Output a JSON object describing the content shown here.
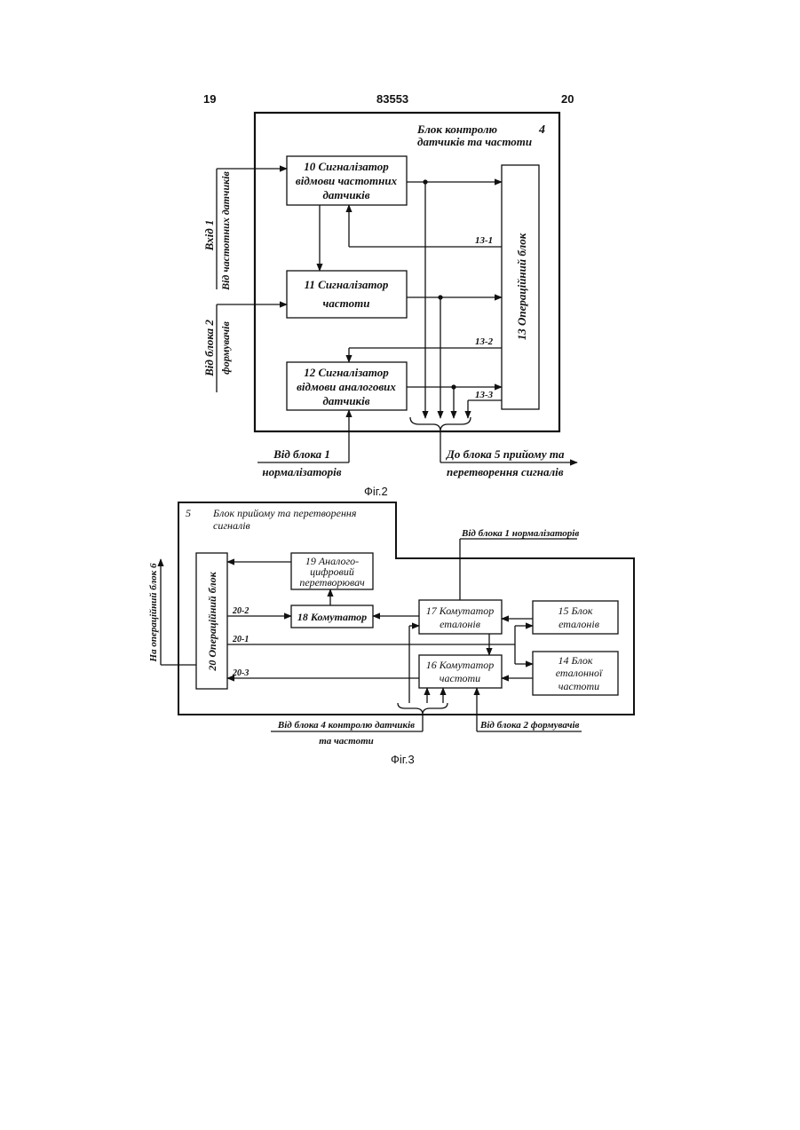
{
  "header": {
    "left_page": "19",
    "patent_number": "83553",
    "right_page": "20"
  },
  "fig2": {
    "caption": "Фіг.2",
    "outer_title_1": "Блок контролю",
    "outer_title_2": "датчиків та частоти",
    "outer_number": "4",
    "block10": [
      "10  Сигналізатор",
      "відмови частотних",
      "датчиків"
    ],
    "block11": [
      "11  Сигналізатор",
      "частоти"
    ],
    "block12": [
      "12  Сигналізатор",
      "відмови аналогових",
      "датчиків"
    ],
    "block13": "13    Операційний блок",
    "line_13_1": "13-1",
    "line_13_2": "13-2",
    "line_13_3": "13-3",
    "input1_line1": "Вхід 1",
    "input1_line2": "Від частотних датчиків",
    "input2_line1": "Від блока 2",
    "input2_line2": "формувачів",
    "bottom_in_1": "Від блока 1",
    "bottom_in_2": "нормалізаторів",
    "bottom_out_1": "До блока 5 прийому та",
    "bottom_out_2": "перетворення сигналів"
  },
  "fig3": {
    "caption": "Фіг.3",
    "outer_number": "5",
    "outer_title_1": "Блок прийому та перетворення",
    "outer_title_2": "сигналів",
    "top_in": "Від блока 1 нормалізаторів",
    "block20": "20    Операційний блок",
    "block19": [
      "19  Аналого-",
      "цифровий",
      "перетворювач"
    ],
    "block18": "18  Комутатор",
    "block17": [
      "17  Комутатор",
      "еталонів"
    ],
    "block15": [
      "15     Блок",
      "еталонів"
    ],
    "block16": [
      "16  Комутатор",
      "частоти"
    ],
    "block14": [
      "14    Блок",
      "еталонної",
      "частоти"
    ],
    "line_20_2": "20-2",
    "line_20_1": "20-1",
    "line_20_3": "20-3",
    "left_out": "На операційний блок 6",
    "bottom_in_left_1": "Від блока 4 контролю датчиків",
    "bottom_in_left_2": "та частоти",
    "bottom_in_right": "Від блока 2 формувачів"
  }
}
